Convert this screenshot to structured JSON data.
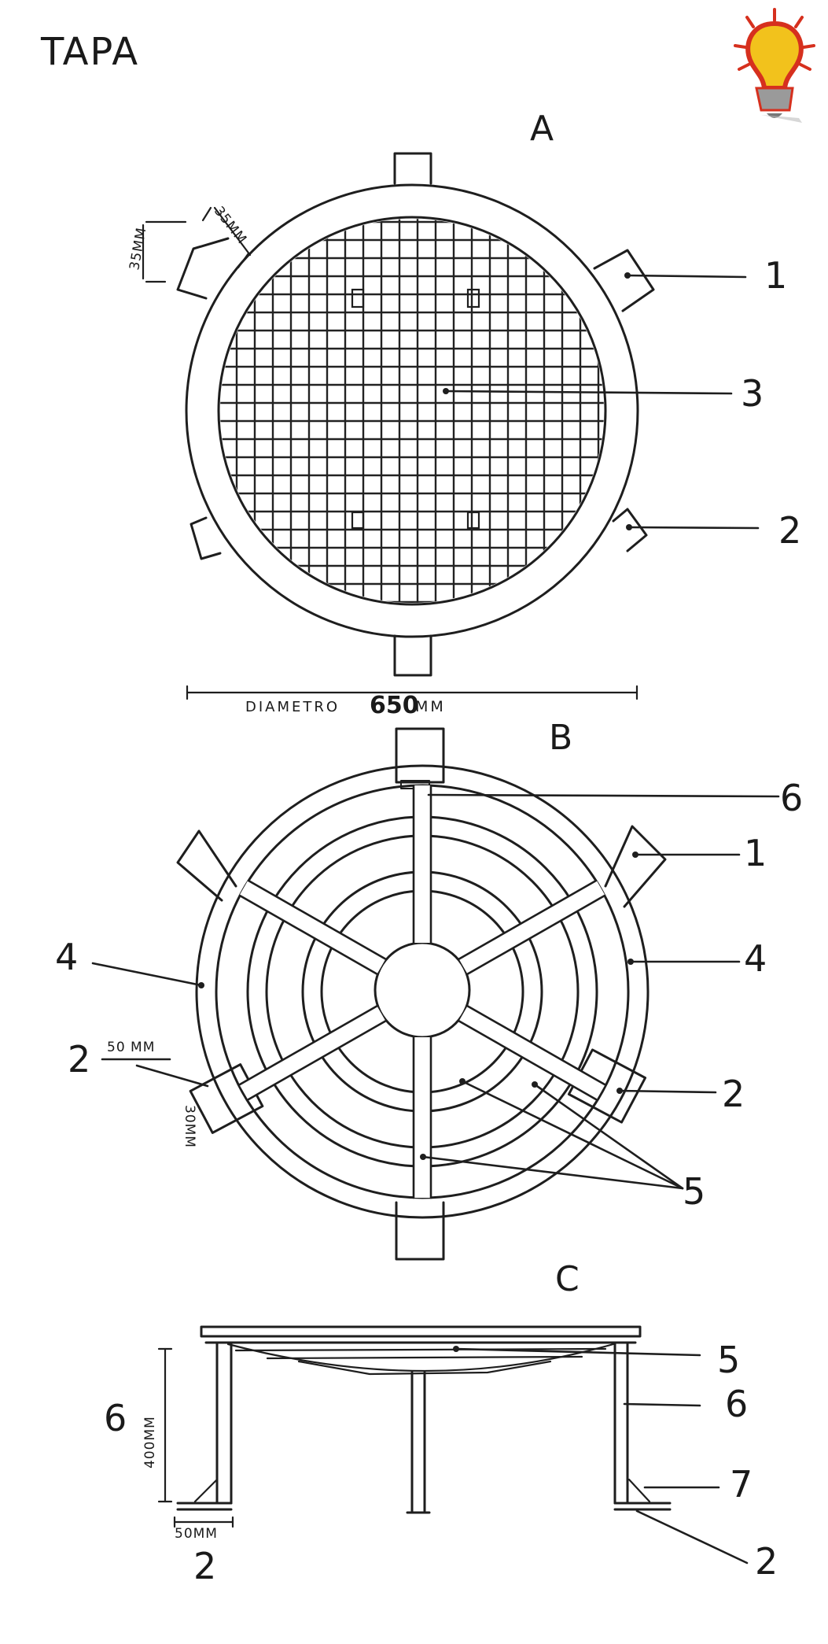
{
  "title": "TAPA",
  "icon": "lightbulb-icon",
  "colors": {
    "ink": "#1e1e1e",
    "bulb": "#f2c21c",
    "bulb_outline": "#d6301e",
    "rays": "#d6301e"
  },
  "views": {
    "a": {
      "label": "A",
      "tab_dim_1": "35MM",
      "tab_dim_2": "35MM",
      "diameter_label": "DIAMETRO",
      "diameter_value": "650",
      "diameter_unit": "MM",
      "callouts": [
        "1",
        "3",
        "2"
      ]
    },
    "b": {
      "label": "B",
      "callouts": [
        "6",
        "1",
        "4",
        "4",
        "2",
        "2",
        "5"
      ],
      "dim_width": "50 MM",
      "dim_height": "30MM"
    },
    "c": {
      "label": "C",
      "callouts": [
        "5",
        "6",
        "7",
        "2"
      ],
      "leg_label": "6",
      "height_dim": "400MM",
      "foot_dim": "50MM",
      "foot_label": "2"
    }
  }
}
